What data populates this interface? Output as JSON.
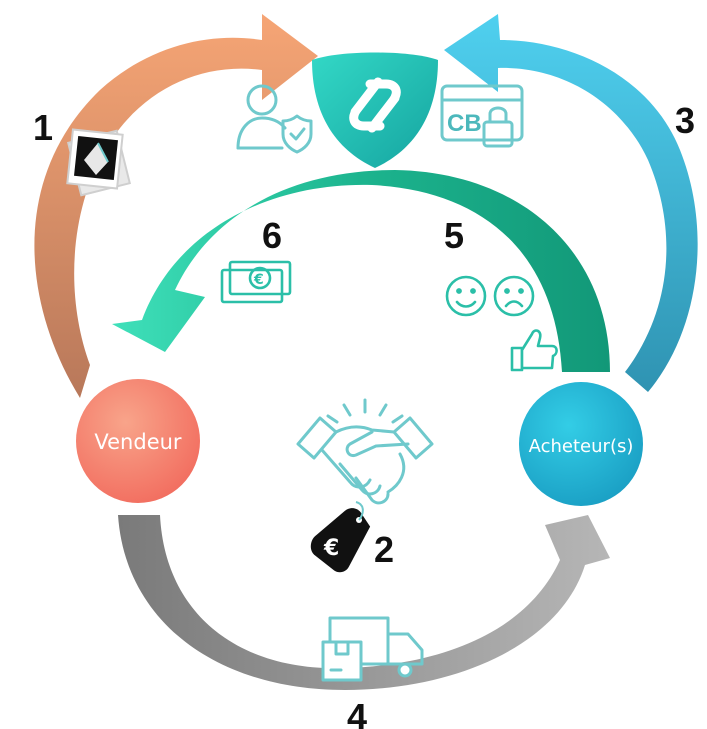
{
  "nodes": {
    "seller": "Vendeur",
    "buyers": "Acheteur(s)"
  },
  "steps": [
    "1",
    "2",
    "3",
    "4",
    "5",
    "6"
  ],
  "icons": {
    "card": "CB",
    "banknote_symbol": "€",
    "price_tag_symbol": "€"
  },
  "colors": {
    "seller_gradient": [
      "#f6a084",
      "#f47c69"
    ],
    "buyers_gradient": [
      "#2ec6e0",
      "#1aa6c7"
    ],
    "arrow_step1": [
      "#f6a575",
      "#b8785a"
    ],
    "arrow_step3": [
      "#4fd0ef",
      "#2f93b2"
    ],
    "arrow_steps_5_6": [
      "#25c5a0",
      "#1aa287"
    ],
    "arrow_step4": [
      "#7c7c7c",
      "#b3b3b3"
    ],
    "shield": [
      "#2bd1c0",
      "#17a9a4"
    ],
    "icon_stroke": "#6fc9cc"
  }
}
